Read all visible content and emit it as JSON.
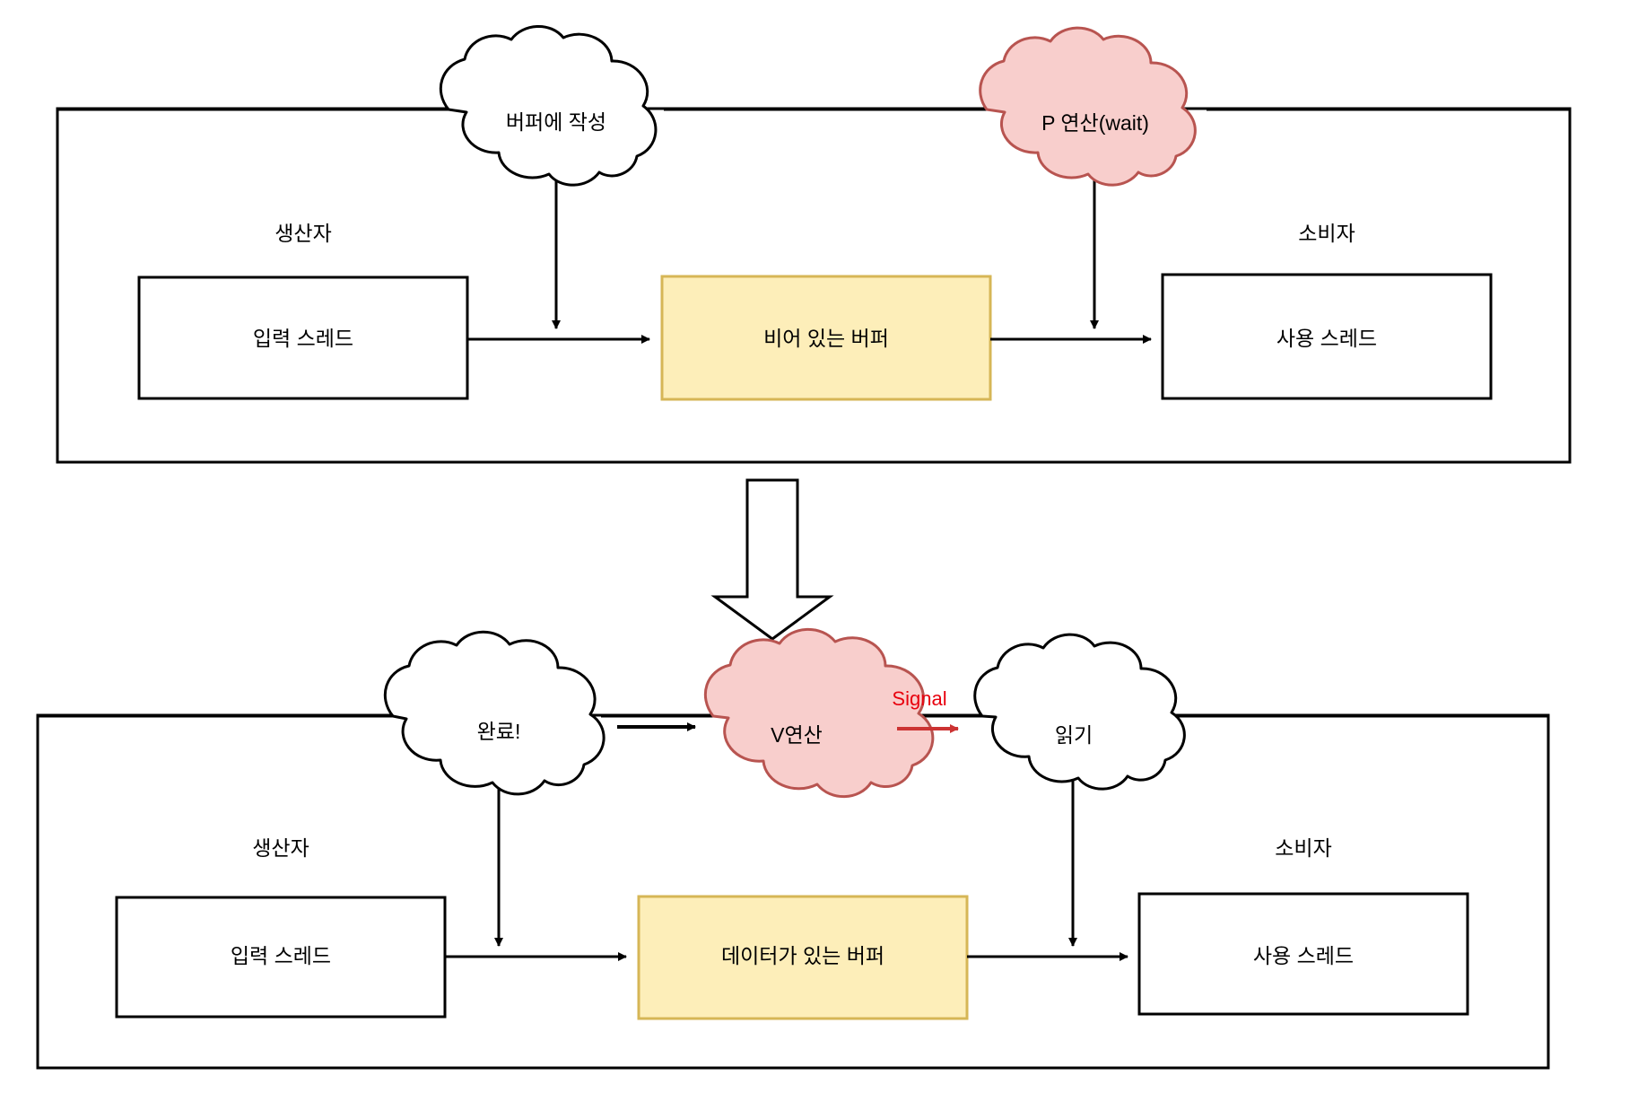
{
  "diagram": {
    "title_text": "",
    "colors": {
      "stroke": "#000000",
      "buffer_fill": "#fdeeb9",
      "buffer_stroke": "#d6b656",
      "cloud_fill": "#ffffff",
      "cloud_stroke": "#000000",
      "red_cloud_fill": "#f8cecc",
      "red_cloud_stroke": "#b85450",
      "signal_red": "#e8000d"
    }
  },
  "top_panel": {
    "producer_label": "생산자",
    "consumer_label": "소비자",
    "input_thread_label": "입력 스레드",
    "use_thread_label": "사용 스레드",
    "buffer_label": "비어 있는 버퍼",
    "cloud_write_label": "버퍼에 작성",
    "cloud_p_operation_label": "P 연산(wait)"
  },
  "bottom_panel": {
    "producer_label": "생산자",
    "consumer_label": "소비자",
    "input_thread_label": "입력 스레드",
    "use_thread_label": "사용 스레드",
    "buffer_label": "데이터가 있는 버퍼",
    "cloud_done_label": "완료!",
    "cloud_v_operation_label": "V연산",
    "cloud_read_label": "읽기",
    "signal_label": "Signal"
  }
}
